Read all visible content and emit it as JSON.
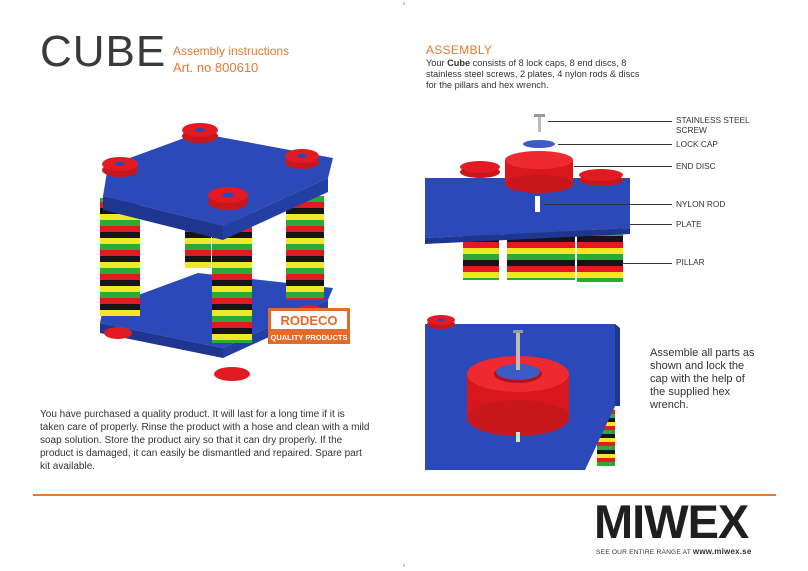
{
  "header": {
    "title": "CUBE",
    "subtitle": "Assembly instructions",
    "article": "Art. no 800610"
  },
  "assembly": {
    "heading": "ASSEMBLY",
    "intro_prefix": "Your ",
    "product_name": "Cube",
    "intro_rest": " consists of 8 lock caps, 8 end discs, 8 stainless steel screws, 2 plates, 4 nylon rods & discs for the pillars and hex wrench.",
    "parts": [
      "STAINLESS STEEL SCREW",
      "LOCK CAP",
      "END DISC",
      "NYLON ROD",
      "PLATE",
      "PILLAR"
    ],
    "instruction": "Assemble all parts as shown and lock the cap with the help of the supplied hex wrench."
  },
  "description": "You have purchased a quality product. It will last for a long time if it is taken care of properly. Rinse the product with a hose and clean with a mild soap solution. Store the product airy so that it can dry properly. If the product is damaged, it can easily be dismantled and repaired. Spare part kit available.",
  "badge": {
    "brand": "RODECO",
    "line": "QUALITY PRODUCTS"
  },
  "footer": {
    "logo": "MIWEX",
    "tagline": "SEE OUR ENTIRE RANGE AT ",
    "url": "www.miwex.se"
  },
  "colors": {
    "accent": "#e17b33",
    "plate": "#2b49b8",
    "cap": "#e21b23",
    "stripe_yellow": "#f3e62a",
    "stripe_green": "#2ea836",
    "stripe_black": "#151515"
  }
}
